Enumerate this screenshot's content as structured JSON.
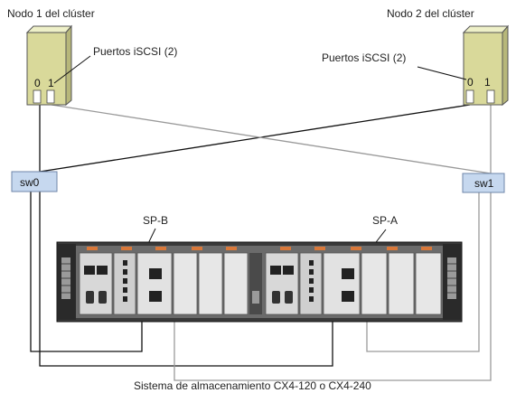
{
  "diagram": {
    "node1": {
      "title": "Nodo 1 del clúster",
      "ports_label": "Puertos iSCSI (2)",
      "port0": "0",
      "port1": "1"
    },
    "node2": {
      "title": "Nodo 2 del clúster",
      "ports_label": "Puertos iSCSI (2)",
      "port0": "0",
      "port1": "1"
    },
    "switches": {
      "sw0": "sw0",
      "sw1": "sw1"
    },
    "storage": {
      "spb_label": "SP-B",
      "spa_label": "SP-A",
      "caption": "Sistema de almacenamiento CX4-120 o CX4-240"
    },
    "colors": {
      "node_fill": "#d9d99a",
      "switch_fill": "#c6d8ef",
      "switch_border": "#6f86aa",
      "cable_dark": "#111111",
      "cable_light": "#9a9a9a",
      "accent_orange": "#d9783a"
    }
  }
}
